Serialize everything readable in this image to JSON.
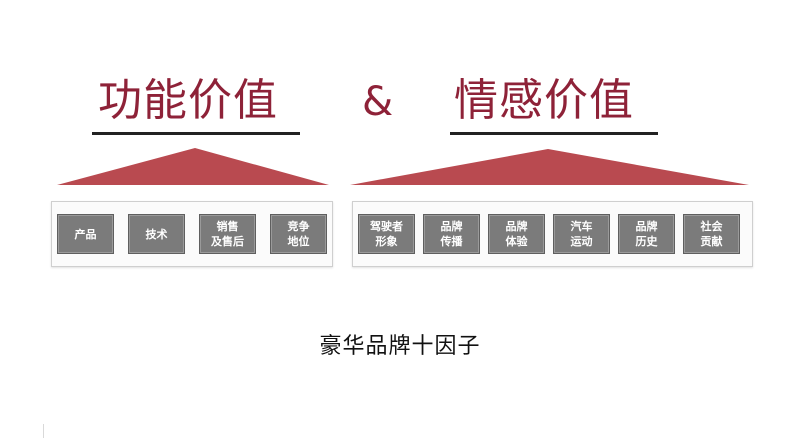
{
  "headings": {
    "left": "功能价值",
    "ampersand": "&",
    "right": "情感价值"
  },
  "colors": {
    "accent": "#8e2238",
    "triangle": "#b94a50",
    "box_fill": "#7b7b7b"
  },
  "functional_factors": [
    "产品",
    "技术",
    "销售\n及售后",
    "竞争\n地位"
  ],
  "emotional_factors": [
    "驾驶者\n形象",
    "品牌\n传播",
    "品牌\n体验",
    "汽车\n运动",
    "品牌\n历史",
    "社会\n贡献"
  ],
  "footer": "豪华品牌十因子"
}
